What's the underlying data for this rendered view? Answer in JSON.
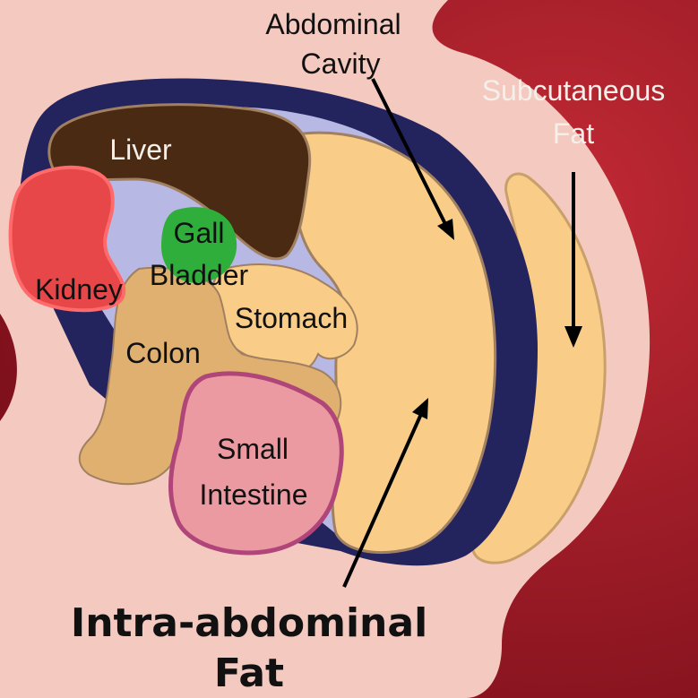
{
  "labels": {
    "abdominal_cavity": [
      "Abdominal",
      "Cavity"
    ],
    "subcutaneous_fat": [
      "Subcutaneous",
      "Fat"
    ],
    "liver": "Liver",
    "gall_bladder": [
      "Gall",
      "Bladder"
    ],
    "kidney": "Kidney",
    "stomach": "Stomach",
    "colon": "Colon",
    "small_intestine": [
      "Small",
      "Intestine"
    ],
    "intra_abdominal_fat": [
      "Intra-abdominal",
      "Fat"
    ]
  },
  "colors": {
    "background": "#8a1420",
    "skin": "#f3c9c0",
    "cavity_lining": "#23235e",
    "fat": "#f9cd87",
    "liver": "#4a2a12",
    "kidney": "#e8474a",
    "gall_bladder": "#2fae3c",
    "colon": "#e0b070",
    "small_intestine": "#ec9aa2"
  }
}
